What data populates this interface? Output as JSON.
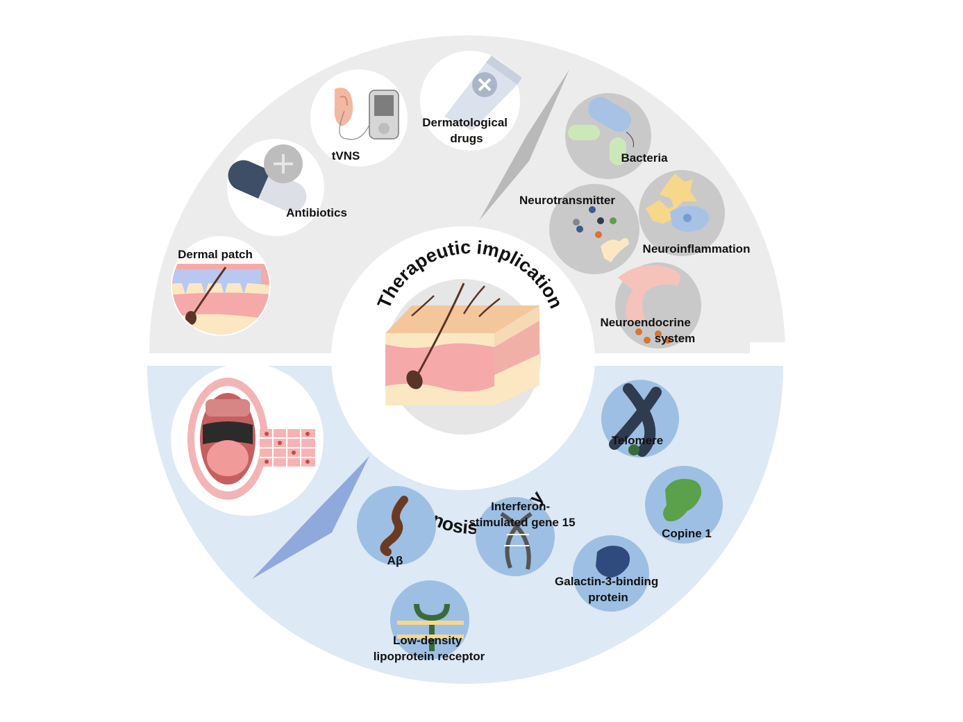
{
  "colors": {
    "top_half": "#ececec",
    "bottom_half": "#dde9f5",
    "item_circle_gray": "#c9c9c9",
    "item_circle_blue": "#9dbfe3",
    "skin_pink": "#f5a9a9",
    "skin_cream": "#fbe8c3",
    "hair": "#5a3424",
    "wedge_gray": "#b9b9b9",
    "wedge_blue": "#8fa9dd"
  },
  "center": {
    "top_title": "Therapeutic implication",
    "bottom_title": "Diagnosis strategy"
  },
  "therapeutic": {
    "treatments": [
      {
        "id": "dermal-patch",
        "label_lines": [
          "Dermal patch"
        ]
      },
      {
        "id": "antibiotics",
        "label_lines": [
          "Antibiotics"
        ]
      },
      {
        "id": "tvns",
        "label_lines": [
          "tVNS"
        ]
      },
      {
        "id": "dermatological-drugs",
        "label_lines": [
          "Dermatological",
          "drugs"
        ]
      }
    ],
    "targets": [
      {
        "id": "bacteria",
        "label_lines": [
          "Bacteria"
        ]
      },
      {
        "id": "neurotransmitter",
        "label_lines": [
          "Neurotransmitter"
        ]
      },
      {
        "id": "neuroinflammation",
        "label_lines": [
          "Neuroinflammation"
        ]
      },
      {
        "id": "neuroendocrine",
        "label_lines": [
          "Neuroendocrine",
          "system"
        ]
      }
    ]
  },
  "diagnosis": {
    "biomarkers": [
      {
        "id": "telomere",
        "label_lines": [
          "Telomere"
        ]
      },
      {
        "id": "copine",
        "label_lines": [
          "Copine 1"
        ]
      },
      {
        "id": "galactin",
        "label_lines": [
          "Galactin-3-binding",
          "protein"
        ]
      },
      {
        "id": "isg15",
        "label_lines": [
          "Interferon-",
          "stimulated gene 15"
        ]
      },
      {
        "id": "abeta",
        "label_lines": [
          "Aβ"
        ]
      },
      {
        "id": "ldlr",
        "label_lines": [
          "Low-density",
          "lipoprotein receptor"
        ]
      }
    ]
  }
}
